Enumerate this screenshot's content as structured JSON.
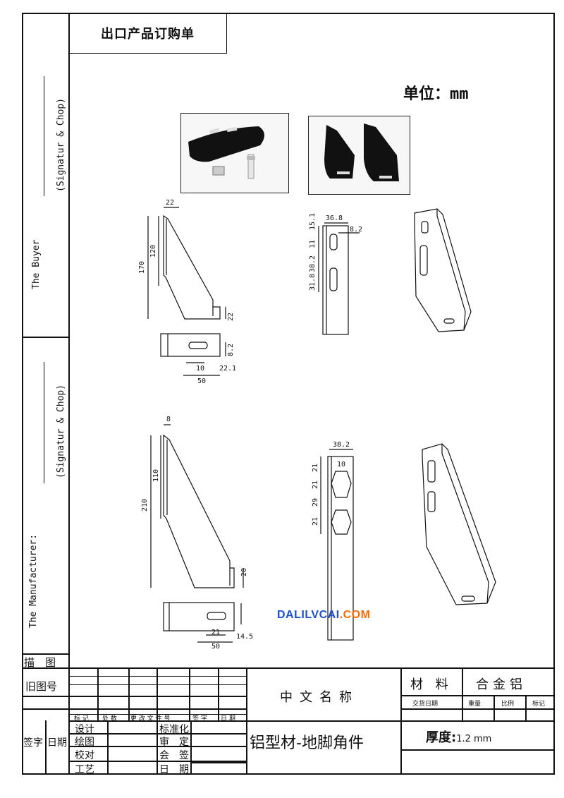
{
  "document": {
    "title": "出口产品订购单",
    "unit_label": "单位：",
    "unit_value": "mm",
    "buyer_label": "The Buyer",
    "manufacturer_label": "The Manufacturer:",
    "signature_label_1": "(Signatur & Chop)",
    "signature_label_2": "(Signatur & Chop)",
    "watermark_part1": "DALILVCAI",
    "watermark_part2": ".COM"
  },
  "drawing1": {
    "side_dims": [
      "22",
      "120",
      "170",
      "22"
    ],
    "top_dims": [
      "8.2",
      "10",
      "22.1",
      "50"
    ],
    "front_dims": [
      "36.8",
      "15.1",
      "8.2",
      "11",
      "38.2",
      "31.8"
    ]
  },
  "drawing2": {
    "side_dims": [
      "8",
      "110",
      "210",
      "20"
    ],
    "top_dims": [
      "21",
      "14.5",
      "50"
    ],
    "front_dims": [
      "38.2",
      "10",
      "21",
      "21",
      "29",
      "21"
    ]
  },
  "title_block": {
    "miaotu": "描　图",
    "jiutuhao": "旧图号",
    "header_row": [
      "标 记",
      "处 数",
      "更 改 文 件 号",
      "签 字",
      "日 期"
    ],
    "left_labels": [
      "设计",
      "绘图",
      "校对",
      "工艺"
    ],
    "mid_labels": [
      "标准化",
      "审　定",
      "会　签",
      "日　期"
    ],
    "qianzi": "签字",
    "riqi": "日期",
    "chinese_name_label": "中文名称",
    "product_name": "铝型材-地脚角件",
    "material_label": "材 料",
    "material_value": "合金铝",
    "small_headers": [
      "交货日期",
      "重量",
      "比例",
      "标记"
    ],
    "thickness_label": "厚度:",
    "thickness_value": "1.2 mm"
  }
}
